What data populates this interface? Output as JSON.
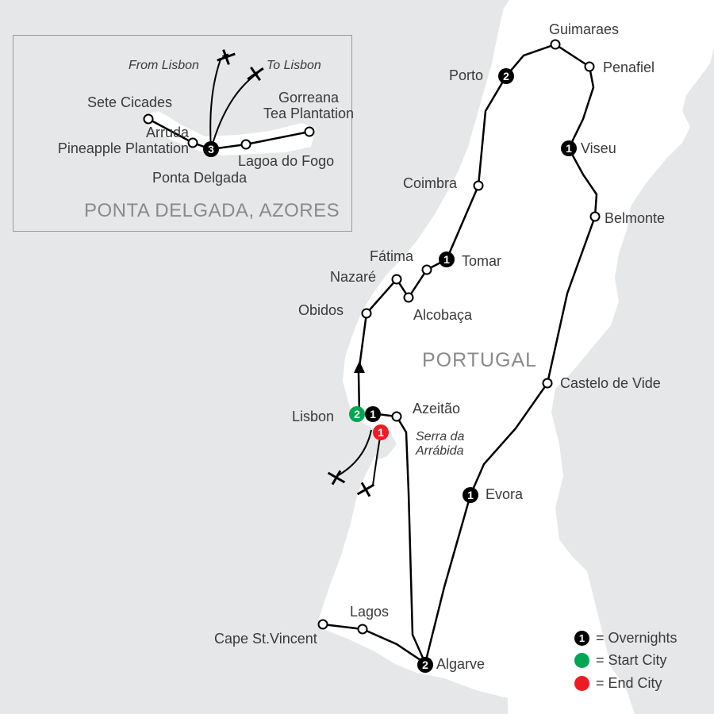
{
  "colors": {
    "sea": "#e6e7e8",
    "land": "#ffffff",
    "route": "#000000",
    "overnight": "#000000",
    "start": "#00a651",
    "end": "#ed1c24",
    "label": "#3a3a3a",
    "region_label": "#8a8a8a"
  },
  "map": {
    "country_label": "PORTUGAL",
    "inset_title": "PONTA DELGADA, AZORES",
    "cities": [
      {
        "name": "Guimaraes"
      },
      {
        "name": "Penafiel"
      },
      {
        "name": "Porto",
        "overnights": "2"
      },
      {
        "name": "Viseu",
        "overnights": "1"
      },
      {
        "name": "Coimbra"
      },
      {
        "name": "Belmonte"
      },
      {
        "name": "Fátima"
      },
      {
        "name": "Tomar",
        "overnights": "1"
      },
      {
        "name": "Nazaré"
      },
      {
        "name": "Alcobaça"
      },
      {
        "name": "Obidos"
      },
      {
        "name": "Castelo de Vide"
      },
      {
        "name": "Lisbon",
        "overnights": "2",
        "start": true
      },
      {
        "name": "Azeitão"
      },
      {
        "name": "Evora",
        "overnights": "1"
      },
      {
        "name": "Lagos"
      },
      {
        "name": "Cape St.Vincent"
      },
      {
        "name": "Algarve",
        "overnights": "2"
      }
    ],
    "lisbon_extra_overnight": "1",
    "end_overnight": "1",
    "serra_label": "Serra da\nArrábida",
    "inset_cities": [
      {
        "name": "Sete Cicades"
      },
      {
        "name": "Arruda\nPineapple Plantation"
      },
      {
        "name": "Ponta Delgada",
        "overnights": "3"
      },
      {
        "name": "Lagoa do Fogo"
      },
      {
        "name": "Gorreana\nTea Plantation"
      }
    ],
    "flight_labels": {
      "from": "From Lisbon",
      "to": "To Lisbon"
    },
    "icons": [
      "airplane-icon"
    ]
  },
  "legend": [
    {
      "symbol": "1",
      "label": "= Overnights",
      "color": "#000000"
    },
    {
      "symbol": "",
      "label": "= Start City",
      "color": "#00a651"
    },
    {
      "symbol": "",
      "label": "= End City",
      "color": "#ed1c24"
    }
  ]
}
